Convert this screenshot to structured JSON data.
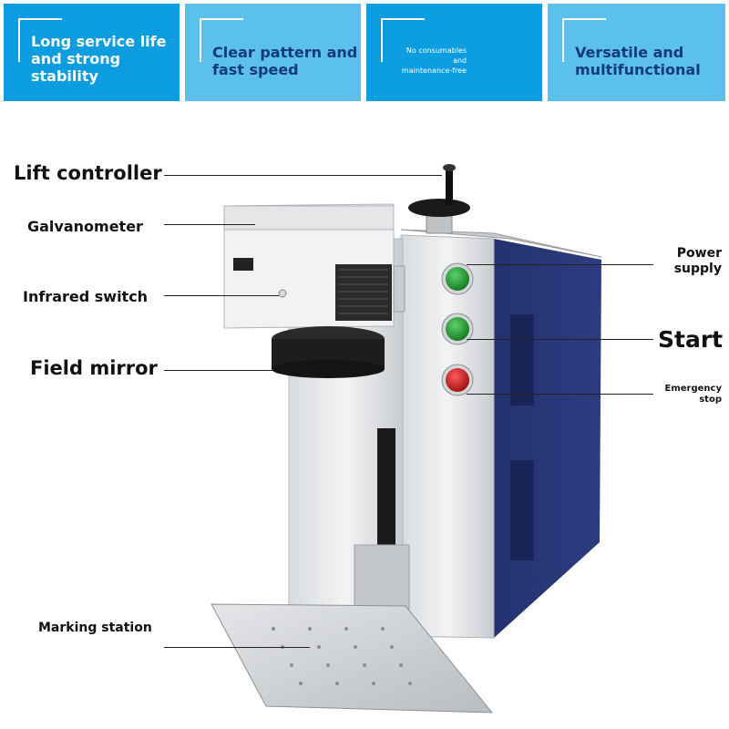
{
  "features": [
    {
      "text": "Long service life and strong stability"
    },
    {
      "text": "Clear pattern and fast speed"
    },
    {
      "text_line1": "No consumables",
      "text_line2": "and",
      "text_line3": "maintenance-free"
    },
    {
      "text": "Versatile and multifunctional"
    }
  ],
  "callouts": {
    "lift_controller": "Lift controller",
    "galvanometer": "Galvanometer",
    "infrared_switch": "Infrared switch",
    "field_mirror": "Field mirror",
    "marking_station": "Marking station",
    "power_supply_line1": "Power",
    "power_supply_line2": "supply",
    "start": "Start",
    "emergency_line1": "Emergency",
    "emergency_line2": "stop"
  },
  "colors": {
    "banner_dark": "#0b9de0",
    "banner_light": "#5cc0ec",
    "cabinet_blue": "#1f2f6e",
    "power_button": "#1a8a2c",
    "start_button": "#1a8a2c",
    "stop_button": "#c41414"
  }
}
